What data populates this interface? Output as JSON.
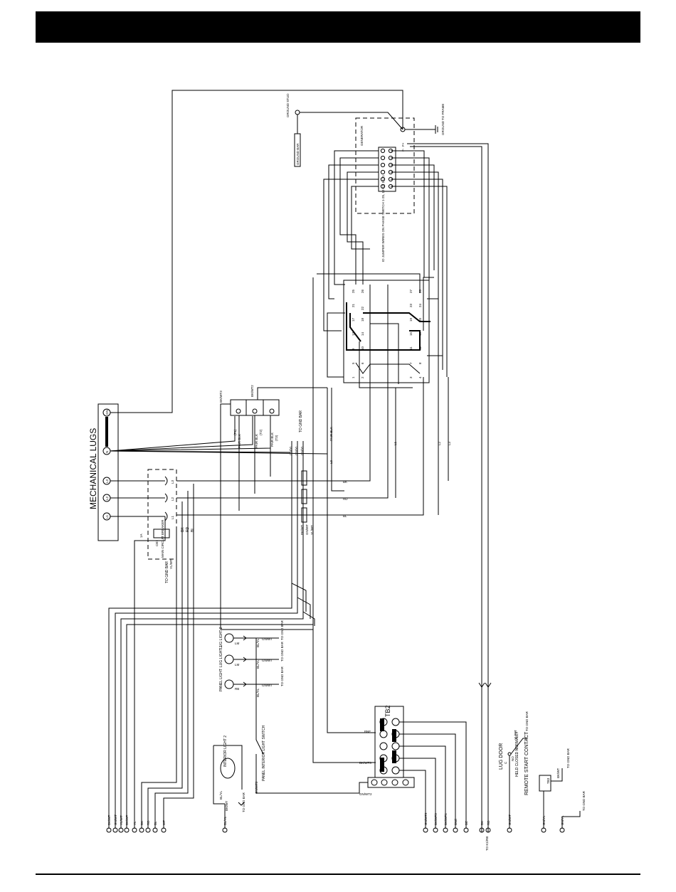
{
  "header": {
    "title": ""
  },
  "lugs": {
    "title": "MECHANICAL LUGS",
    "terminals": [
      "L1",
      "L2",
      "L3",
      "N",
      "GN"
    ]
  },
  "breaker": {
    "label": "MAIN CIRCUIT BREAKER",
    "part": "CB1",
    "side_label": "1A",
    "wire_labels": [
      "BK",
      "RD",
      "BL"
    ],
    "pole_labels": [
      "L1",
      "L2",
      "L3"
    ],
    "ground_note": "TO GND BAR",
    "ground_wire": "YL/WT"
  },
  "generator": {
    "label": "GENERATOR",
    "ground_stud": "GROUND STUD",
    "ground_bar": "GROUND BAR",
    "ground_frame": "GROUND TO FRAME",
    "field_labels": [
      "F+",
      "F-"
    ],
    "jumper_note": "ID JUMPER WIRES ON PHASE SWITCH 1-25, 12-17, 10-21"
  },
  "phase_switch": {
    "terminals": [
      "25",
      "26",
      "27",
      "28",
      "21",
      "22",
      "23",
      "24",
      "17",
      "18",
      "19",
      "20",
      "13",
      "14",
      "15",
      "16",
      "9",
      "10",
      "11",
      "12",
      "5",
      "6",
      "7",
      "8",
      "1",
      "2",
      "3",
      "4"
    ]
  },
  "ct_block": {
    "part": "TB2",
    "labels": [
      "(T1)",
      "(T2)",
      "(T3)"
    ],
    "pair_labels": [
      "PAIR BLK",
      "PAIR BLK",
      "PAIR BLK"
    ],
    "wire_tags": [
      "BK/WT3",
      "BK/WT2",
      "BK/WT1"
    ],
    "gnd_note": "TO GND BAR",
    "small_labels": [
      "GN/YL",
      "GN/YL",
      "GN/YL"
    ]
  },
  "bus_labels": [
    "L0",
    "L1",
    "L2",
    "L3",
    "PAIR BLK"
  ],
  "cable_labels": [
    "BK",
    "RD",
    "BL"
  ],
  "connector_labels": [
    "BK/WT",
    "GN/WT",
    "YL/WT"
  ],
  "lights": [
    {
      "label": "LUG LIGHT 2",
      "code": "LM",
      "wire_a": "BL/YL",
      "wire_b": "GN/WT",
      "gnd": "TO GND BAR"
    },
    {
      "label": "LUG LIGHT 1",
      "code": "LM",
      "wire_a": "BL/YL",
      "wire_b": "GN/WT",
      "gnd": "TO GND BAR"
    },
    {
      "label": "PANEL LIGHT",
      "code": "RB",
      "wire_a": "BL/YL",
      "wire_b": "GN/WT",
      "gnd": "TO GND BAR"
    }
  ],
  "tb2": {
    "label": "TB2",
    "wire_labels": [
      "BNE",
      "BK/WT3",
      "GN/WT2"
    ]
  },
  "interior_light": {
    "label": "INTERIOR LIGHT 2",
    "switch_label": "PANEL INTERIOR LIGHT SWITCH",
    "wire_labels": [
      "BL/YL",
      "GN/WT2",
      "BK/WT"
    ],
    "gnd": "TO GND BAR"
  },
  "lug_door": {
    "label": "LUG DOOR",
    "sub_label": "HELD CLOSED NORMALLY",
    "wire": "YL/WT",
    "gnd": "TO GND BAR",
    "contacts": [
      "C",
      "NO"
    ]
  },
  "remote_start": {
    "label": "REMOTE START CONTACT",
    "part": "TB3",
    "wire": "BK/WT",
    "gnd": "TO GND BAR"
  },
  "bottom_terminals": {
    "left": [
      "BK/WT",
      "GN/WT",
      "YL/WT",
      "BK/WT",
      "YL",
      "BK",
      "RD",
      "BL",
      "WT"
    ],
    "middle": [
      "BL/YL"
    ],
    "right": [
      "GN/WT2",
      "BK/WT3",
      "BK/WT1",
      "BNE",
      "BE",
      "BK",
      "RD",
      "GN/WT",
      "GN/YL",
      "GN/YL"
    ],
    "relay_note": "TO K1/RB"
  },
  "ground_final": "TO GND BAR"
}
